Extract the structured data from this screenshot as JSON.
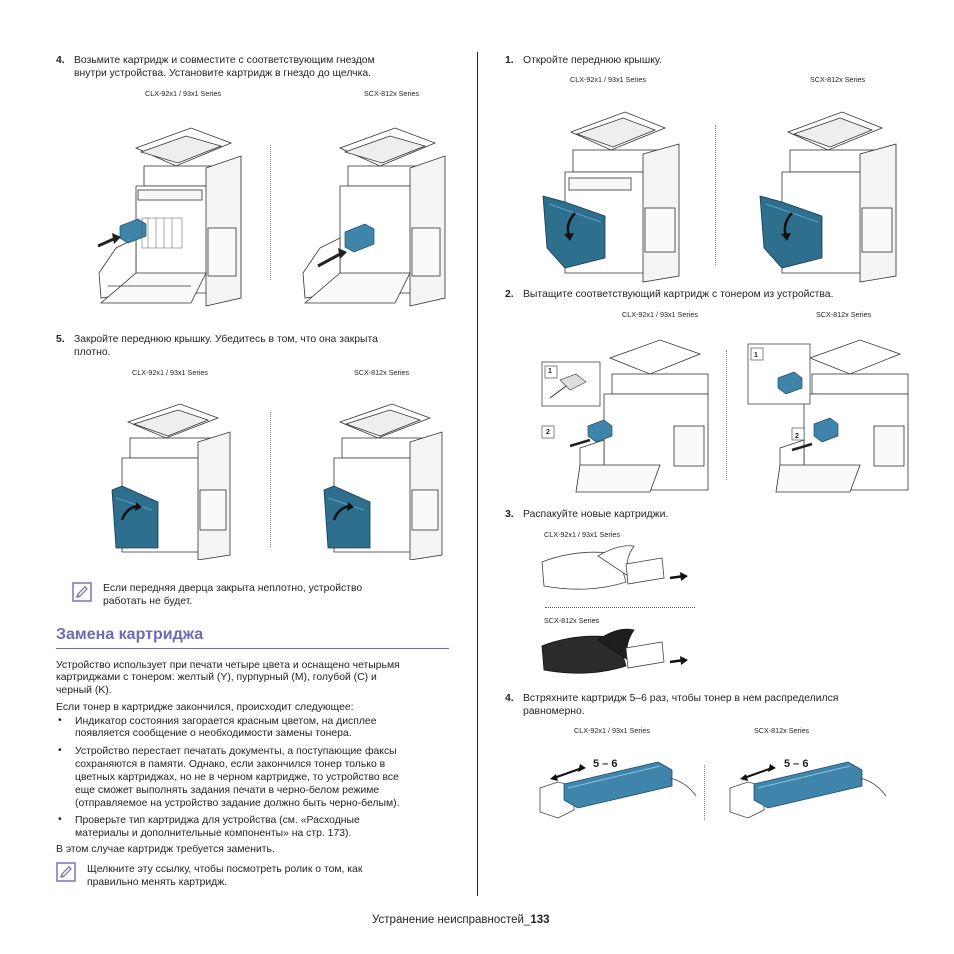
{
  "left": {
    "step4": {
      "num": "4.",
      "line1": "Возьмите картридж и совместите с соответствующим гнездом",
      "line2": "внутри устройства. Установите картридж в гнездо до щелчка.",
      "cap_a": "CLX-92x1 / 93x1 Series",
      "cap_b": "SCX-812x Series"
    },
    "step5": {
      "num": "5.",
      "line1": "Закройте переднюю крышку. Убедитесь в том, что она закрыта",
      "line2": "плотно.",
      "cap_a": "CLX-92x1 / 93x1 Series",
      "cap_b": "SCX-812x Series"
    },
    "note1": {
      "line1": "Если передняя дверца закрыта неплотно, устройство",
      "line2": "работать не будет."
    },
    "section": {
      "title": "Замена картриджа",
      "p1_l1": "Устройство использует при печати четыре цвета и оснащено четырьмя",
      "p1_l2": "картриджами с тонером: желтый (Y), пурпурный (M), голубой (C) и",
      "p1_l3": "черный (K).",
      "p2": "Если тонер в картридже закончился, происходит следующее:",
      "b1_l1": "Индикатор состояния загорается красным цветом, на дисплее",
      "b1_l2": "появляется сообщение о необходимости замены тонера.",
      "b2_l1": "Устройство перестает печатать документы, а поступающие факсы",
      "b2_l2": "сохраняются в памяти. Однако, если закончился тонер только в",
      "b2_l3": "цветных картриджах, но не в черном картридже, то устройство все",
      "b2_l4": "еще сможет выполнять задания печати в черно-белом режиме",
      "b2_l5": "(отправляемое на устройство задание должно быть черно-белым).",
      "b3_l1": "Проверьте тип картриджа для устройства (см. «Расходные",
      "b3_l2": "материалы и дополнительные компоненты» на стр. 173).",
      "p3": "В этом случае картридж требуется заменить.",
      "bullet": "•"
    },
    "note2": {
      "line1": "Щелкните эту ссылку, чтобы посмотреть ролик о том, как",
      "line2": "правильно менять картридж."
    }
  },
  "right": {
    "step1": {
      "num": "1.",
      "text": "Откройте переднюю крышку.",
      "cap_a": "CLX-92x1 / 93x1 Series",
      "cap_b": "SCX-812x Series"
    },
    "step2": {
      "num": "2.",
      "text": "Вытащите соответствующий картридж с тонером из устройства.",
      "cap_a": "CLX-92x1 / 93x1 Series",
      "cap_b": "SCX-812x Series",
      "badge1": "1",
      "badge2": "2"
    },
    "step3": {
      "num": "3.",
      "text": "Распакуйте новые картриджи.",
      "cap_a": "CLX-92x1 / 93x1 Series",
      "cap_b": "SCX-812x Series"
    },
    "step4": {
      "num": "4.",
      "line1": "Встряхните картридж 5–6 раз, чтобы тонер в нем распределился",
      "line2": "равномерно.",
      "cap_a": "CLX-92x1 / 93x1 Series",
      "cap_b": "SCX-812x Series",
      "shake": "5 – 6"
    }
  },
  "footer": {
    "label": "Устранение неисправностей_",
    "page": "133"
  },
  "colors": {
    "accent": "#6d6bb2",
    "cartridge": "#2e6f8e",
    "cartridge_light": "#5aa0c4",
    "text": "#231f20"
  }
}
